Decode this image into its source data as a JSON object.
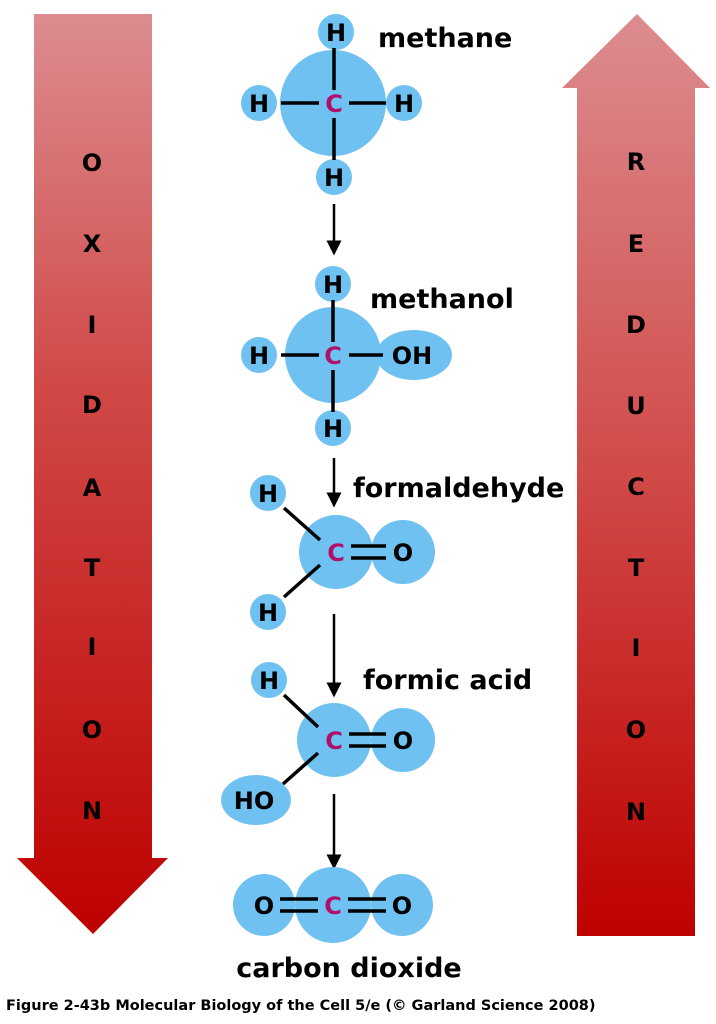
{
  "oxidation_letters": [
    "O",
    "X",
    "I",
    "D",
    "A",
    "T",
    "I",
    "O",
    "N"
  ],
  "reduction_letters": [
    "R",
    "E",
    "D",
    "U",
    "C",
    "T",
    "I",
    "O",
    "N"
  ],
  "colors": {
    "atom_blue": "#6ec1f0",
    "carbon_magenta": "#b0106a",
    "arrow_dark_red": "#be0000",
    "arrow_light_red": "#dc8c90"
  },
  "molecules": {
    "methane": {
      "name": "methane",
      "carbon": "C",
      "atoms": [
        "H",
        "H",
        "H",
        "H"
      ]
    },
    "methanol": {
      "name": "methanol",
      "carbon": "C",
      "atoms": [
        "H",
        "H",
        "H",
        "OH"
      ]
    },
    "formaldehyde": {
      "name": "formaldehyde",
      "carbon": "C",
      "atoms": [
        "H",
        "H",
        "O"
      ]
    },
    "formic_acid": {
      "name": "formic acid",
      "carbon": "C",
      "atoms": [
        "H",
        "HO",
        "O"
      ]
    },
    "carbon_dioxide": {
      "name": "carbon dioxide",
      "carbon": "C",
      "atoms": [
        "O",
        "O"
      ]
    }
  },
  "caption": "Figure 2-43b  Molecular Biology of the Cell 5/e (© Garland Science 2008)"
}
